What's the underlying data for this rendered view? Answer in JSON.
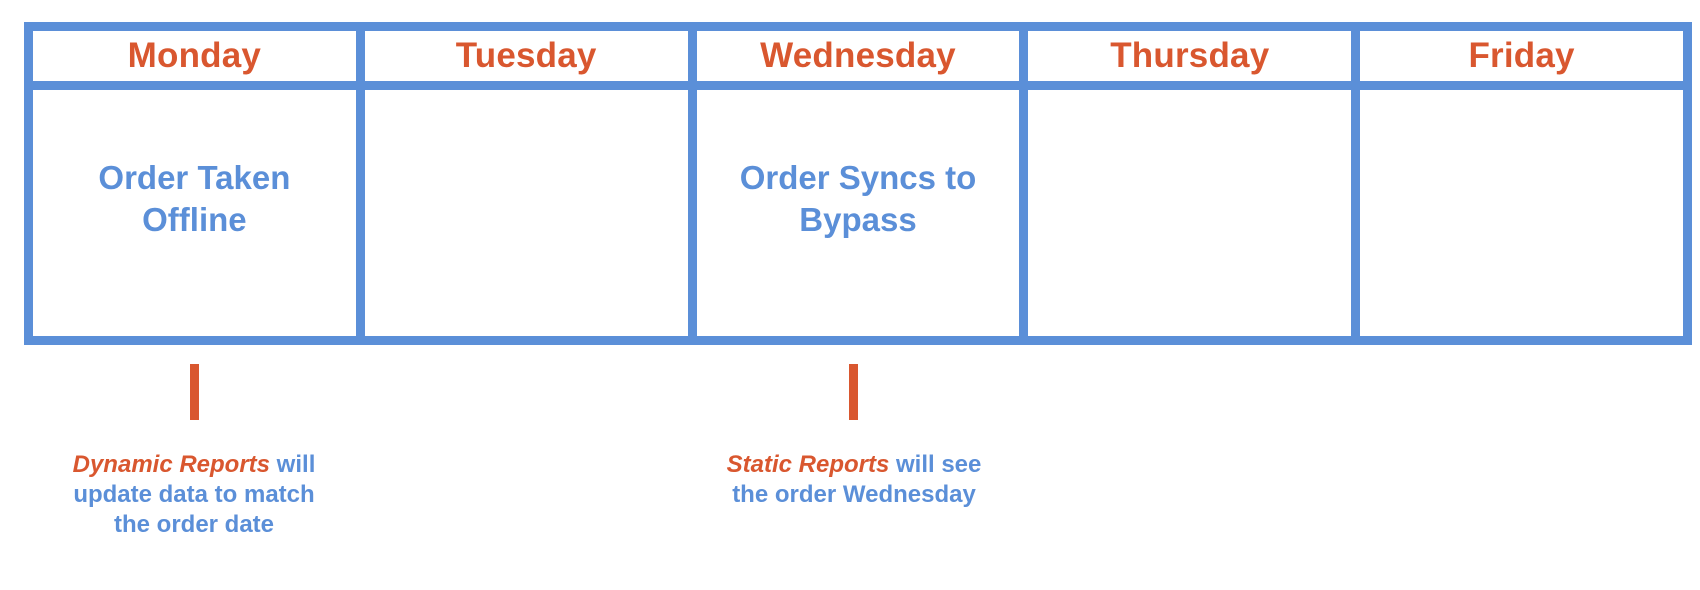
{
  "days": [
    {
      "name": "Monday",
      "event": "Order Taken Offline"
    },
    {
      "name": "Tuesday",
      "event": ""
    },
    {
      "name": "Wednesday",
      "event": "Order Syncs to Bypass"
    },
    {
      "name": "Thursday",
      "event": ""
    },
    {
      "name": "Friday",
      "event": ""
    }
  ],
  "notes": [
    {
      "emphasis": "Dynamic Reports",
      "text": " will update data to match the order date"
    },
    {
      "emphasis": "Static Reports",
      "text": " will see the order Wednesday"
    }
  ],
  "colors": {
    "border": "#5b8fd8",
    "header_text": "#d9572f",
    "event_text": "#5b8fd8",
    "marker": "#d9572f"
  }
}
